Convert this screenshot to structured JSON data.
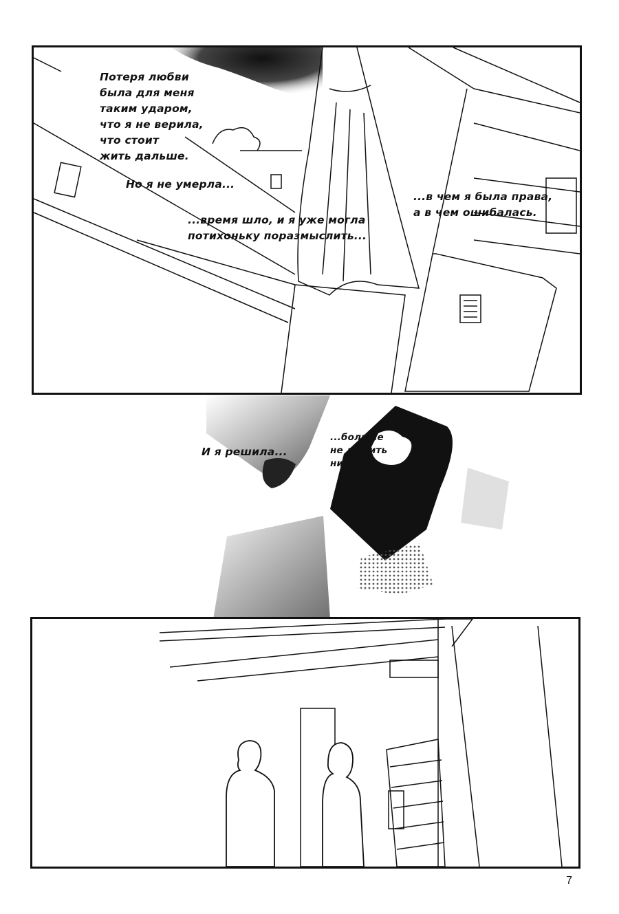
{
  "page": {
    "page_number": "7"
  },
  "panel_top": {
    "captions": [
      "Потеря любви\nбыла для меня\nтаким ударом,\nчто я не верила,\nчто стоит\nжить дальше.",
      "Но я не умерла...",
      "...время шло, и я уже могла\nпотихоньку поразмыслить...",
      "...в чем я была права,\nа в чем ошибалась."
    ]
  },
  "middle": {
    "captions": [
      "И я решила...",
      "...больше\nне любить\nникогда."
    ]
  },
  "colors": {
    "ink": "#111111",
    "paper": "#ffffff",
    "tone": "#777777"
  }
}
